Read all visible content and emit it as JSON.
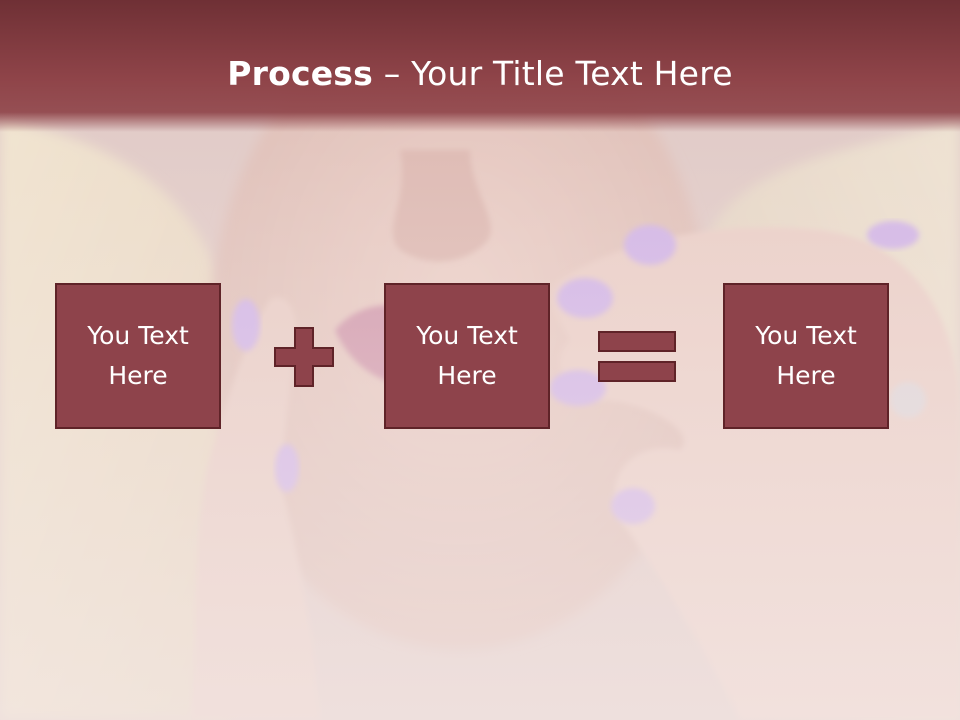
{
  "slide": {
    "title_strong": "Process",
    "title_separator": " – ",
    "title_rest": "Your Title Text Here",
    "boxes": [
      {
        "label": "You Text Here"
      },
      {
        "label": "You Text Here"
      },
      {
        "label": "You Text Here"
      }
    ],
    "operators": [
      "plus-icon",
      "equals-icon"
    ]
  },
  "colors": {
    "title_bar": "#8f4449",
    "box_fill": "#8e434b",
    "box_border": "#5f2328",
    "text": "#ffffff"
  }
}
